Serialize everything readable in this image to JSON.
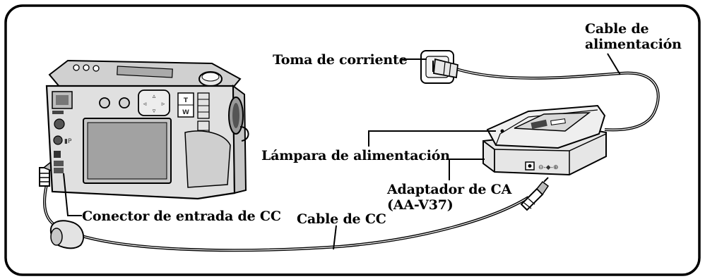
{
  "colors": {
    "frame": "#000000",
    "body": "#e0e0e0",
    "panel": "#c8c8c8",
    "dark": "#333333",
    "screen": "#9a9a9a"
  },
  "labels": {
    "outlet": "Toma de corriente",
    "power_cord_line1": "Cable de",
    "power_cord_line2": "alimentación",
    "power_lamp": "Lámpara de alimentación",
    "adapter_line1": "Adaptador de CA",
    "adapter_line2": "(AA-V37)",
    "dc_input": "Conector de entrada de CC",
    "dc_cable": "Cable de CC"
  },
  "camera": {
    "zoom_key_t": "T",
    "zoom_key_w": "W"
  }
}
